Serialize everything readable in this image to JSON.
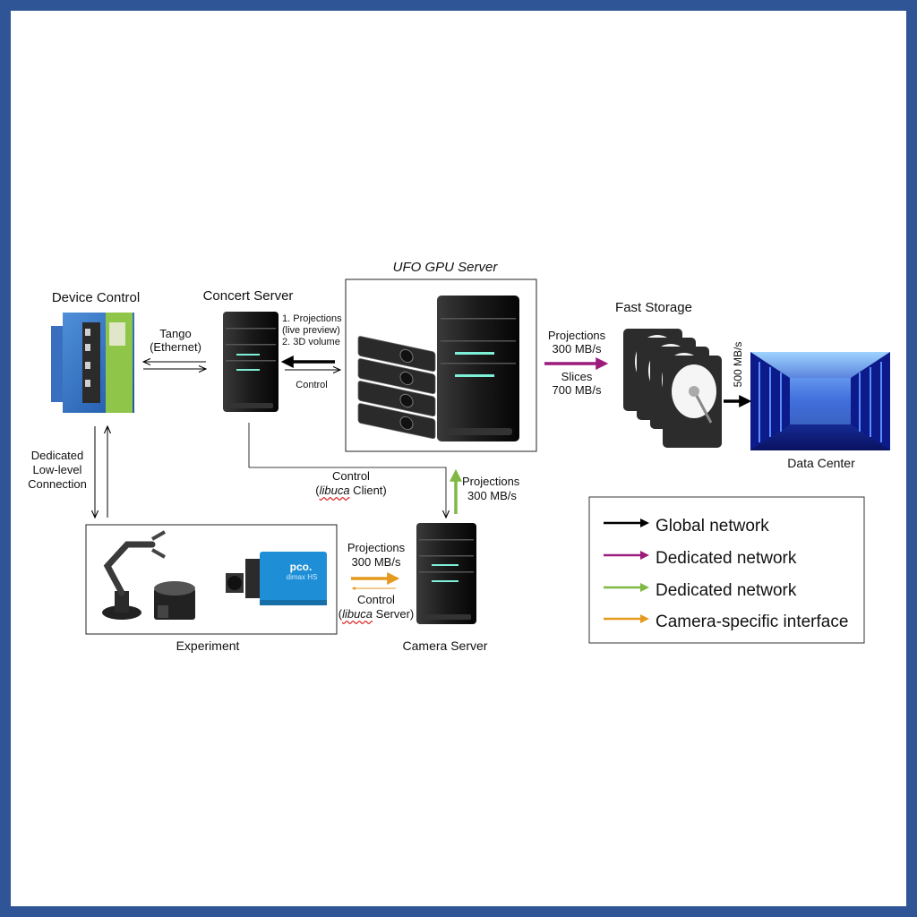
{
  "nodes": {
    "device_control": "Device Control",
    "concert_server": "Concert Server",
    "ufo_gpu_server": "UFO GPU Server",
    "fast_storage": "Fast Storage",
    "data_center": "Data Center",
    "experiment": "Experiment",
    "camera_server": "Camera Server"
  },
  "links": {
    "tango": "Tango",
    "ethernet": "(Ethernet)",
    "proj_live_1": "1. Projections",
    "proj_live_2": "(live preview)",
    "proj_live_3": "2. 3D volume",
    "control": "Control",
    "dedicated_1": "Dedicated",
    "dedicated_2": "Low-level",
    "dedicated_3": "Connection",
    "proj_storage_1": "Projections",
    "proj_storage_2": "300 MB/s",
    "slices_1": "Slices",
    "slices_2": "700 MB/s",
    "storage_rate": "500 MB/s",
    "client_control": "Control",
    "client_open": "(",
    "client_italic": "libuca",
    "client_rest": " Client)",
    "cam_proj_1": "Projections",
    "cam_proj_2": "300 MB/s",
    "exp_proj_1": "Projections",
    "exp_proj_2": "300 MB/s",
    "server_control": "Control",
    "server_open": "(",
    "server_italic": "libuca",
    "server_rest": " Server)"
  },
  "camera_brand": "pco.",
  "camera_model": "dimax HS",
  "legend": [
    {
      "label": "Global network",
      "color": "#000000"
    },
    {
      "label": "Dedicated network",
      "color": "#9c1c7d"
    },
    {
      "label": "Dedicated network",
      "color": "#7fb842"
    },
    {
      "label": "Camera-specific interface",
      "color": "#e59a1f"
    }
  ],
  "colors": {
    "frame": "#2f5597",
    "global": "#000000",
    "magenta": "#9c1c7d",
    "green": "#7fb842",
    "orange": "#e59a1f"
  },
  "icons": [
    "server-tower-icon",
    "gpu-card-icon",
    "hard-disk-icon",
    "data-center-icon",
    "industrial-controller-icon",
    "robot-arm-icon",
    "rotation-stage-icon",
    "camera-icon"
  ]
}
